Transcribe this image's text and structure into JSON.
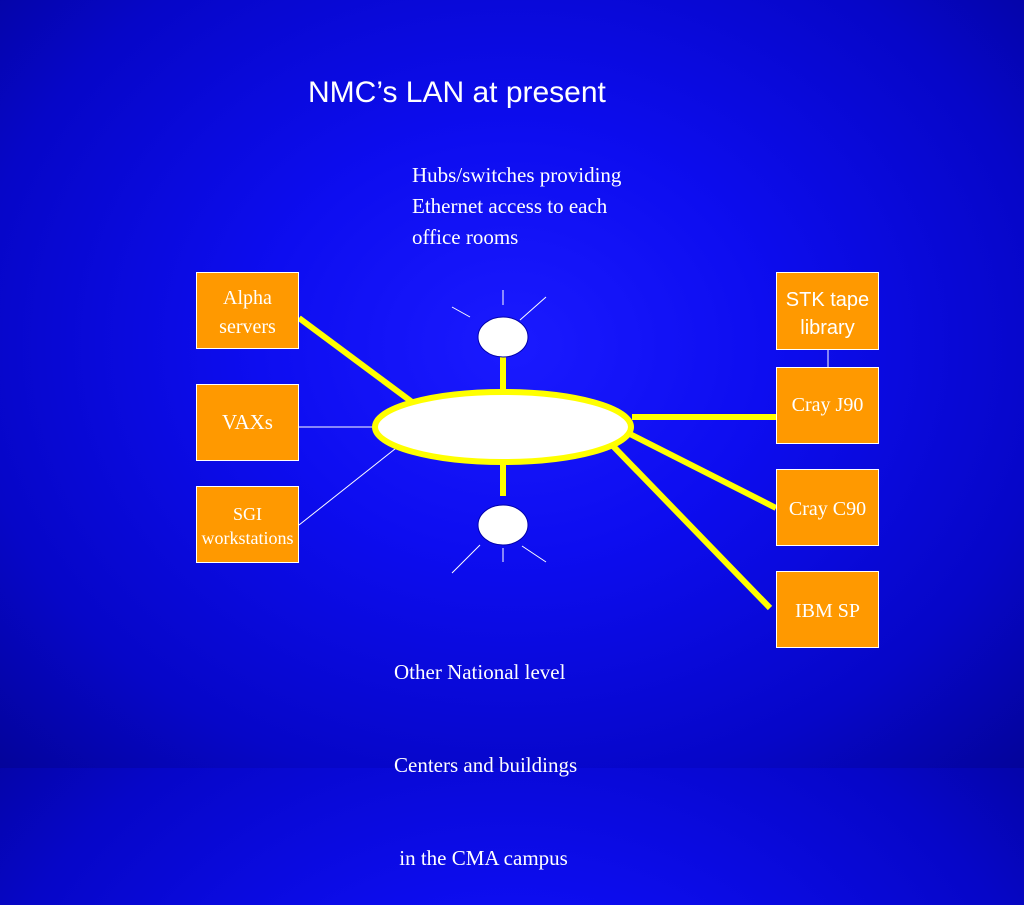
{
  "title": "NMC’s LAN at present",
  "top_note": [
    "Hubs/switches providing",
    "Ethernet access to each",
    "office rooms"
  ],
  "bottom_note": [
    "Other National level",
    "Centers and buildings",
    " in the CMA campus"
  ],
  "nodes": {
    "alpha": [
      "Alpha",
      "servers"
    ],
    "vaxs": [
      "VAXs"
    ],
    "sgi": [
      "SGI",
      "workstations"
    ],
    "stk": [
      "STK tape",
      "library"
    ],
    "cray_j90": [
      "Cray J90"
    ],
    "cray_c90": [
      "Cray C90"
    ],
    "ibm_sp": [
      "IBM SP"
    ]
  },
  "colors": {
    "background": "#0a0ae0",
    "node_fill": "#ff9900",
    "link_yellow": "#ffff00",
    "hub_fill": "#ffffff"
  }
}
